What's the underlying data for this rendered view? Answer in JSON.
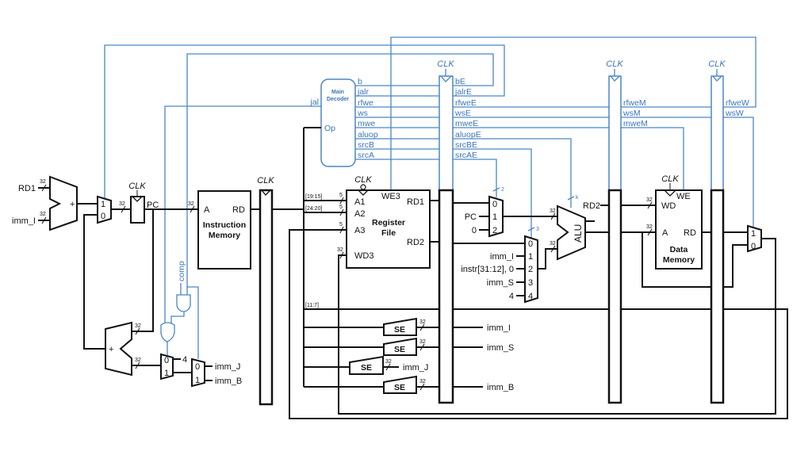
{
  "clock_label": "CLK",
  "bus_width": "32",
  "reg_addr_width": "5",
  "colors": {
    "control": "#4a86c5",
    "datapath": "#111111"
  },
  "fetch": {
    "rd1": "RD1",
    "imm_i": "imm_I",
    "plus": "+",
    "pc_mux_inputs": [
      "1",
      "0"
    ],
    "pc": "PC",
    "target_mux_inputs": [
      "0",
      "1"
    ],
    "const_four": "4",
    "offset_mux_inputs": [
      "0",
      "1"
    ],
    "imm_j": "imm_J",
    "imm_b": "imm_B",
    "comp": "comp"
  },
  "instruction_memory": {
    "address": "A",
    "read_data": "RD",
    "title_line1": "Instruction",
    "title_line2": "Memory"
  },
  "decoder": {
    "title_line1": "Main",
    "title_line2": "Decoder",
    "op": "Op",
    "jal": "jal",
    "outputs": [
      "b",
      "jalr",
      "rfwe",
      "ws",
      "mwe",
      "aluop",
      "srcB",
      "srcA"
    ]
  },
  "instr_fields": [
    "[19:15]",
    "[24:20]",
    "[11:7]"
  ],
  "register_file": {
    "a1": "A1",
    "a2": "A2",
    "a3": "A3",
    "wd3": "WD3",
    "we3": "WE3",
    "rd1": "RD1",
    "rd2": "RD2",
    "title_line1": "Register",
    "title_line2": "File"
  },
  "sign_extend": {
    "label": "SE",
    "outputs": [
      "imm_I",
      "imm_S",
      "imm_J",
      "imm_B"
    ]
  },
  "execute": {
    "signals": [
      "bE",
      "jalrE",
      "rfweE",
      "wsE",
      "mweE",
      "aluopE",
      "srcBE",
      "srcAE"
    ],
    "src_a_mux": {
      "inputs": [
        "0",
        "1",
        "2"
      ],
      "sources": [
        "PC",
        "0"
      ],
      "select_width": "2"
    },
    "src_b_mux": {
      "inputs": [
        "0",
        "1",
        "2",
        "3",
        "4"
      ],
      "sources": [
        "imm_I",
        "instr[31:12], 0",
        "imm_S",
        "4"
      ],
      "select_width": "3"
    },
    "alu": {
      "label": "ALU",
      "control_width": "k"
    },
    "rd2": "RD2"
  },
  "memory": {
    "signals": [
      "rfweM",
      "wsM",
      "mweM"
    ]
  },
  "data_memory": {
    "we": "WE",
    "wd": "WD",
    "a": "A",
    "rd": "RD",
    "title_line1": "Data",
    "title_line2": "Memory"
  },
  "writeback": {
    "signals": [
      "rfweW",
      "wsW"
    ],
    "mux_inputs": [
      "1",
      "0"
    ]
  }
}
